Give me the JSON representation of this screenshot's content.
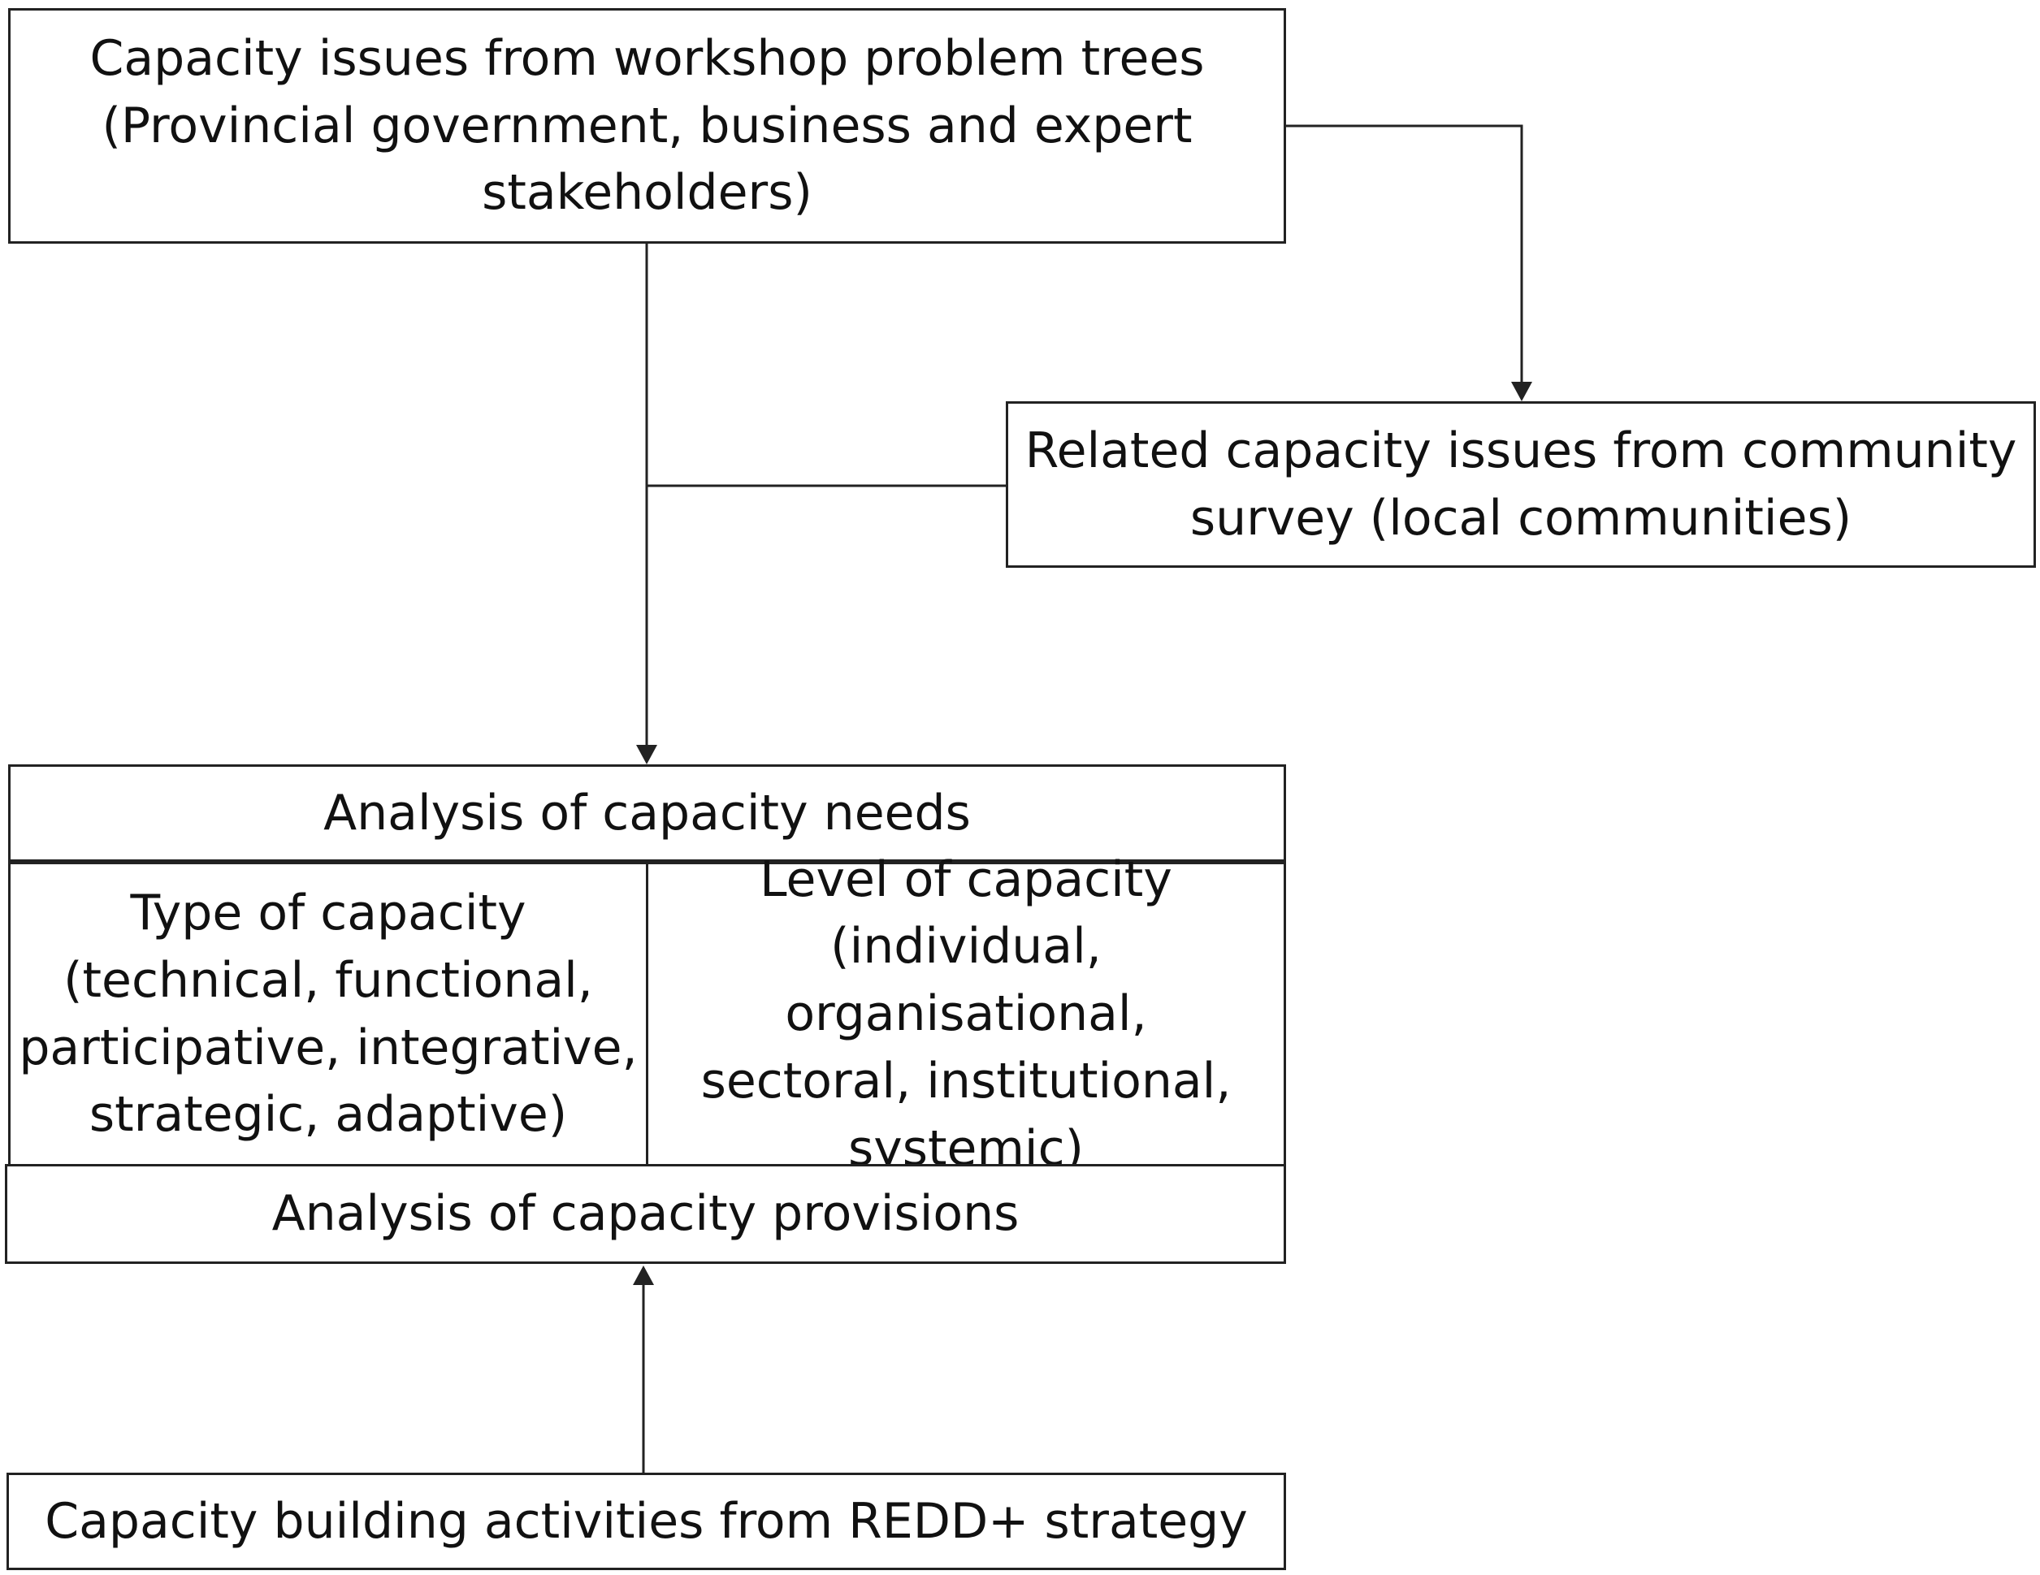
{
  "nodes": {
    "workshop": {
      "line1": "Capacity issues from workshop problem trees",
      "line2": "(Provincial government, business and expert",
      "line3": "stakeholders)"
    },
    "community": {
      "line1": "Related capacity issues from community",
      "line2": "survey (local communities)"
    },
    "analysis": {
      "needs_title": "Analysis of capacity needs",
      "type_lines": [
        "Type of capacity",
        "(technical, functional,",
        "participative, integrative,",
        "strategic, adaptive)"
      ],
      "level_lines": [
        "Level of capacity",
        "(individual, organisational,",
        "sectoral, institutional,",
        "systemic)"
      ],
      "provisions_title": "Analysis of capacity provisions"
    },
    "redd": {
      "label": "Capacity building activities from REDD+ strategy"
    }
  },
  "edges": [
    {
      "from": "workshop",
      "to": "community",
      "arrow": true
    },
    {
      "from": "workshop",
      "to": "analysis",
      "arrow": true
    },
    {
      "from": "community",
      "to": "analysis",
      "arrow": false
    },
    {
      "from": "redd",
      "to": "analysis",
      "arrow": true
    }
  ]
}
